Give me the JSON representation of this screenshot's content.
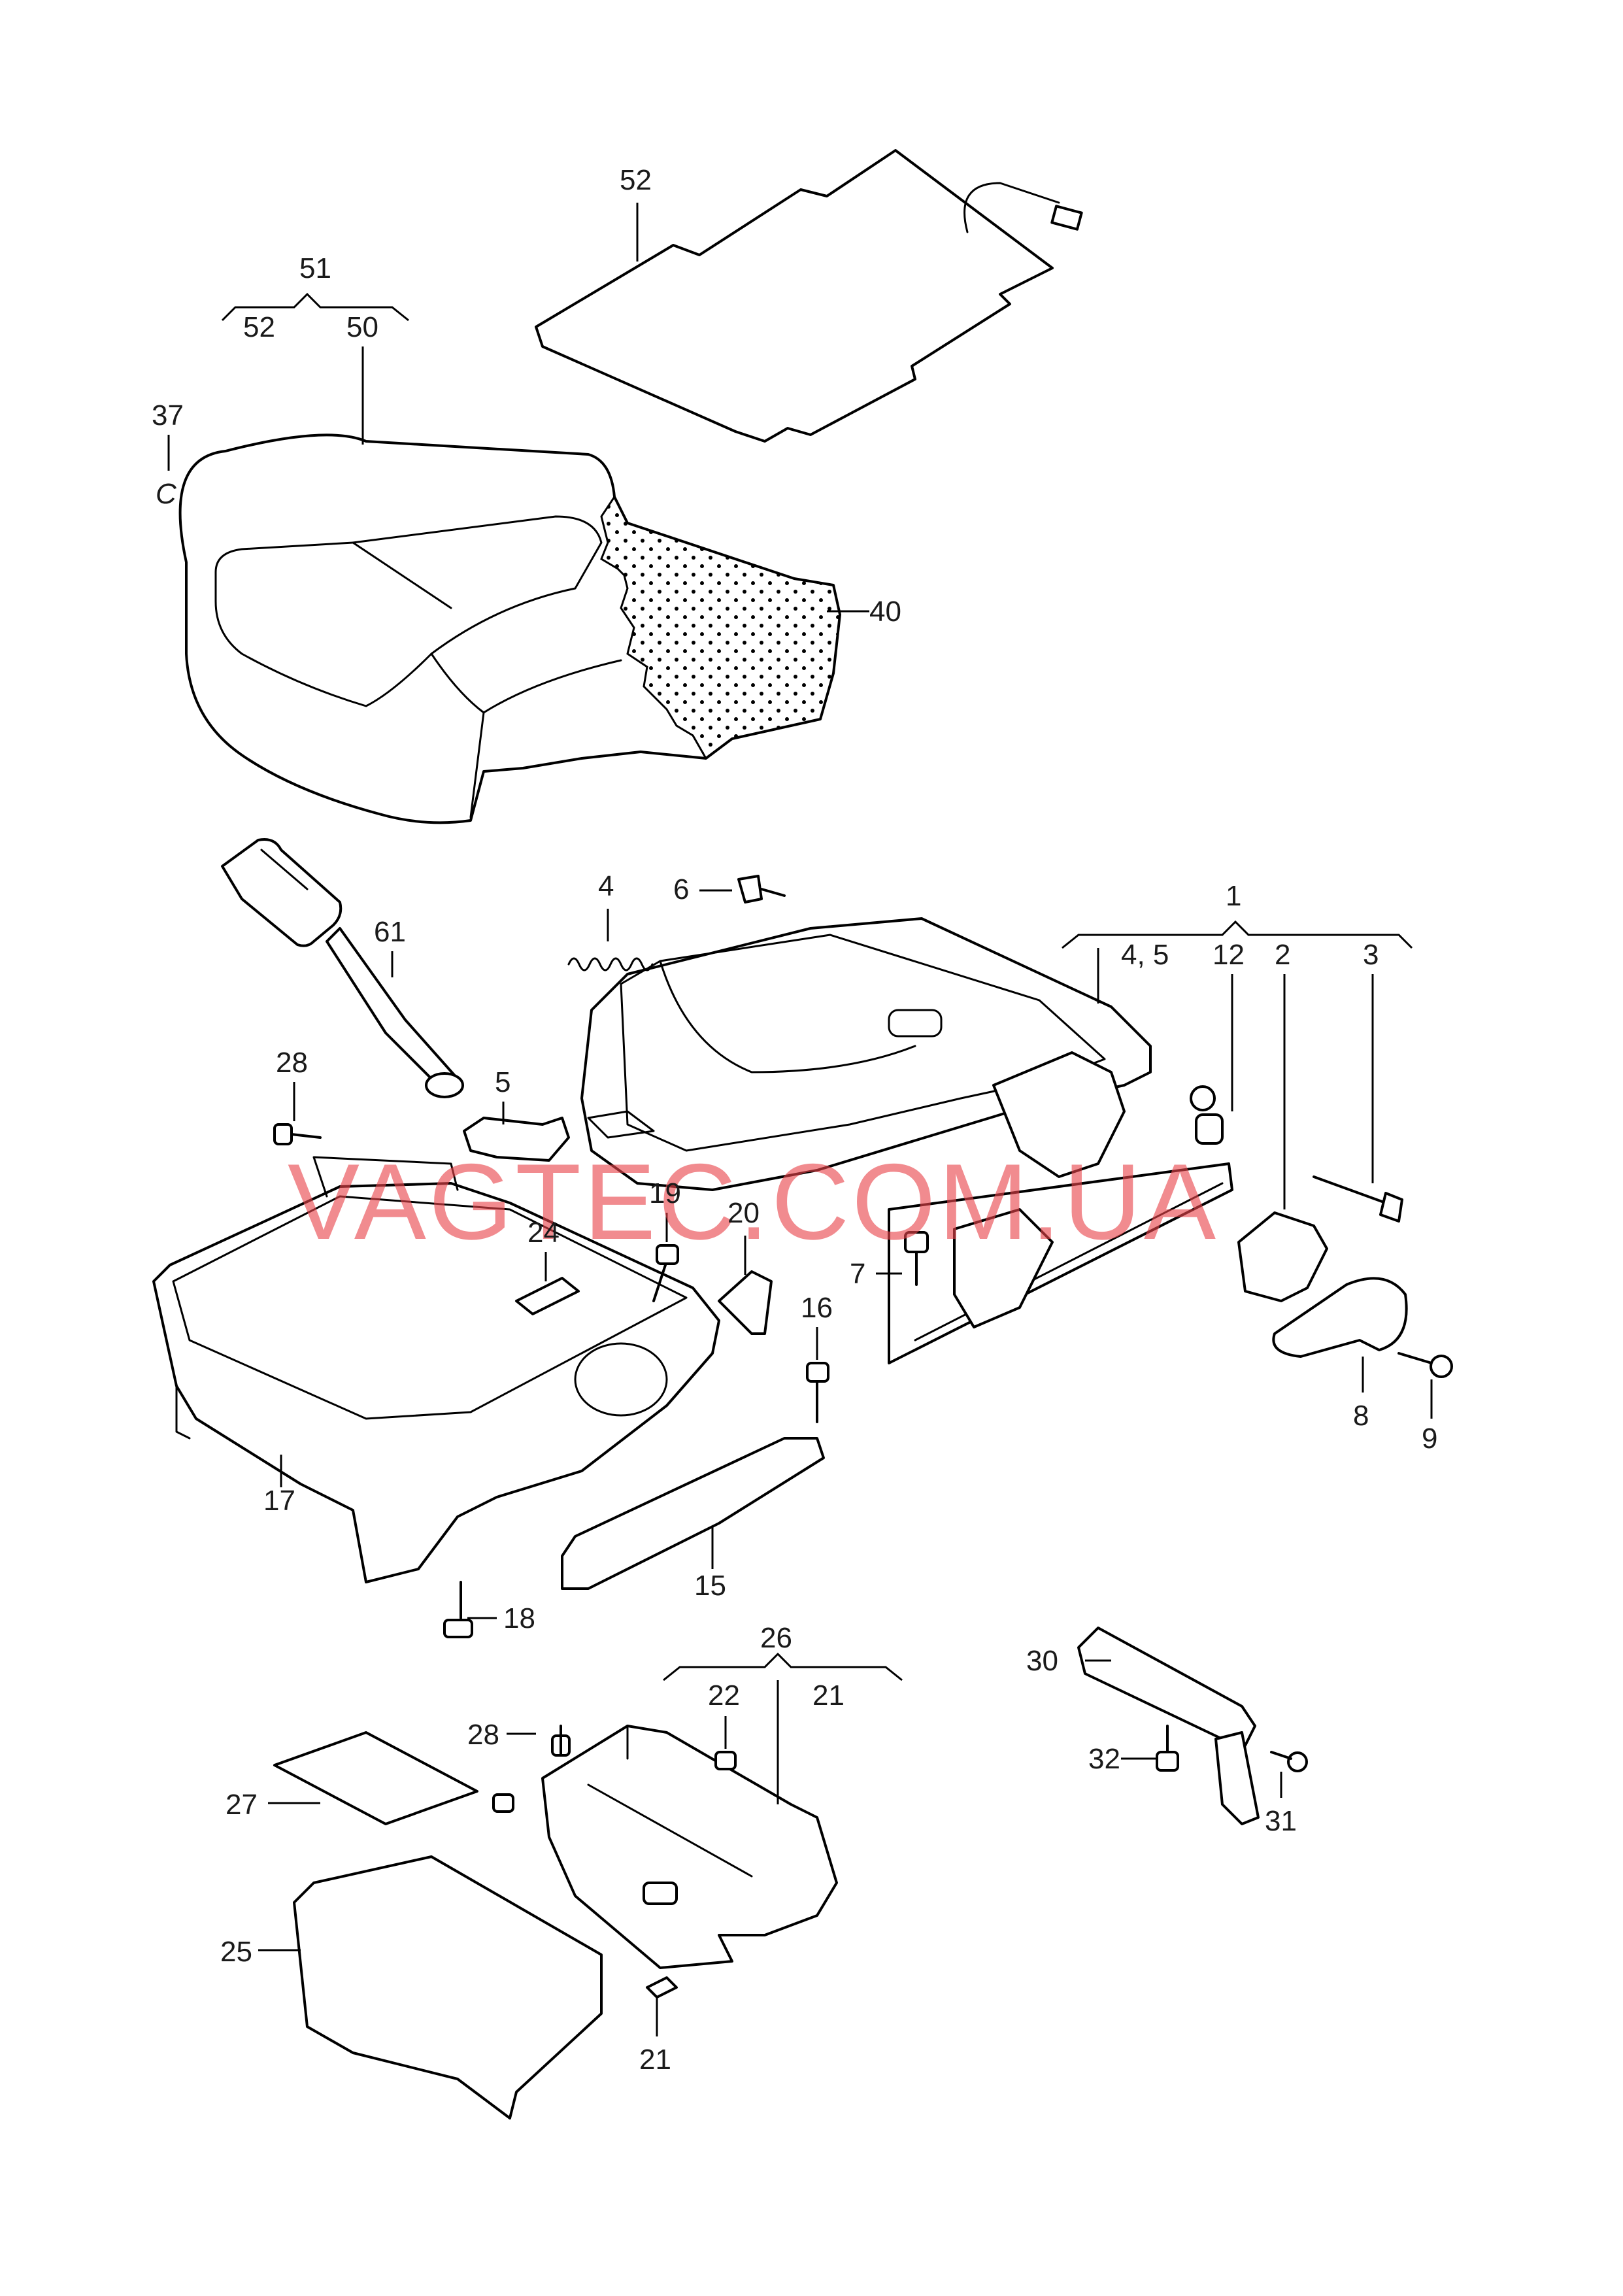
{
  "diagram": {
    "watermark": "VAGTEC.COM.UA",
    "callouts": {
      "c52_top": "52",
      "c51": "51",
      "c52_sub": "52",
      "c50": "50",
      "c37": "37",
      "c37_sym": "C",
      "c40": "40",
      "c4": "4",
      "c6": "6",
      "c1": "1",
      "c45": "4, 5",
      "c12": "12",
      "c2": "2",
      "c3": "3",
      "c61": "61",
      "c28_a": "28",
      "c5": "5",
      "c19": "19",
      "c20": "20",
      "c24": "24",
      "c7": "7",
      "c16": "16",
      "c8": "8",
      "c9": "9",
      "c17": "17",
      "c15": "15",
      "c18": "18",
      "c26": "26",
      "c22": "22",
      "c21_a": "21",
      "c28_b": "28",
      "c27": "27",
      "c25": "25",
      "c21_b": "21",
      "c30": "30",
      "c32": "32",
      "c31": "31"
    }
  }
}
